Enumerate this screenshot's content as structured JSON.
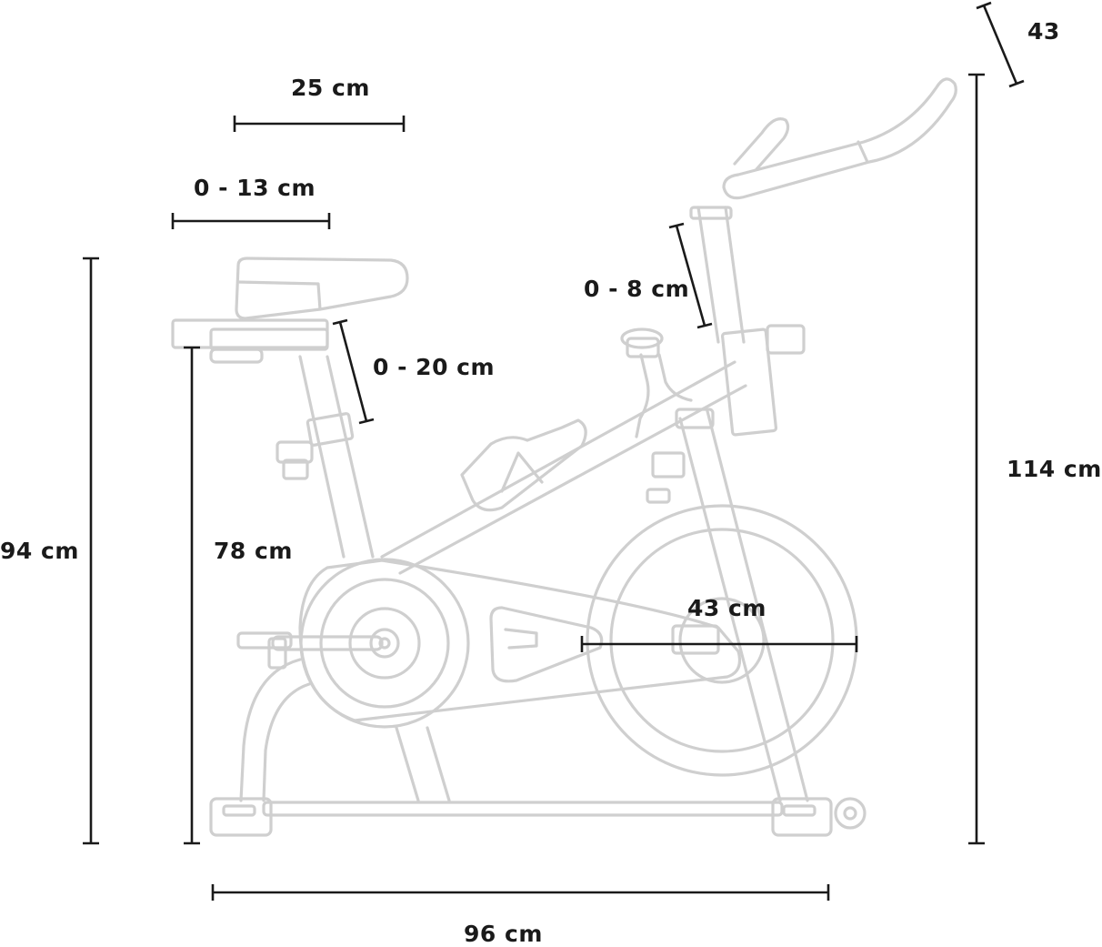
{
  "dimensions": {
    "seat_length": "25 cm",
    "seat_horizontal_adjust": "0 - 13 cm",
    "seat_height_adjust": "0 - 20 cm",
    "max_total_height_seat": "94 cm",
    "seat_height_from_floor": "78 cm",
    "handlebar_height_adjust": "0 - 8 cm",
    "flywheel_radius": "43 cm",
    "total_length": "96 cm",
    "total_height": "114 cm",
    "handlebar_width": "43"
  },
  "colors": {
    "dimension_line": "#1a1a1a",
    "bike_outline": "#cfcfcf",
    "background": "#ffffff"
  }
}
